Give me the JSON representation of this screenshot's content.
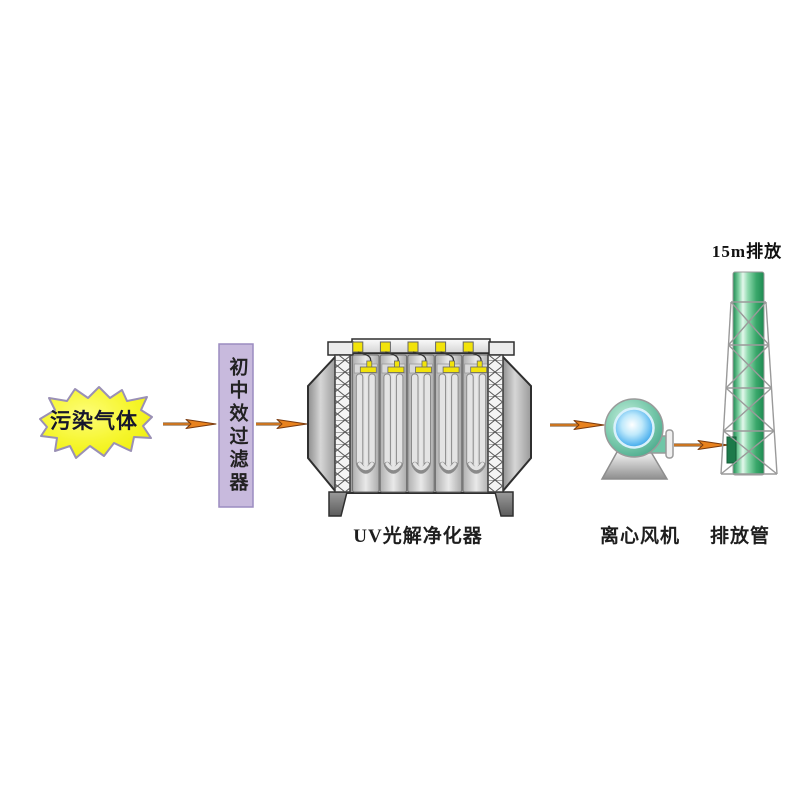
{
  "background_color": "#ffffff",
  "diagram": {
    "cloud": {
      "label": "污染气体"
    },
    "filter": {
      "label": "初中效过滤器"
    },
    "uv_unit": {
      "caption": "UV光解净化器",
      "lamp_count": 5
    },
    "fan": {
      "caption": "离心风机"
    },
    "stack": {
      "caption": "排放管",
      "height_label": "15m排放"
    },
    "flow_order": [
      "污染气体",
      "初中效过滤器",
      "UV光解净化器",
      "离心风机",
      "排放管"
    ],
    "colors": {
      "cloud_yellow": "#f3f318",
      "cloud_outline": "#9a90b5",
      "filter_purple": "#c8badd",
      "filter_border": "#9b8cc0",
      "equipment_gray": "#c9c9c9",
      "lamp_yellow": "#f2e30a",
      "fan_teal": "#66c2a1",
      "fan_hub_blue": "#45a6e6",
      "stack_green": "#2f9e63",
      "arrow_orange": "#e8821e"
    }
  }
}
